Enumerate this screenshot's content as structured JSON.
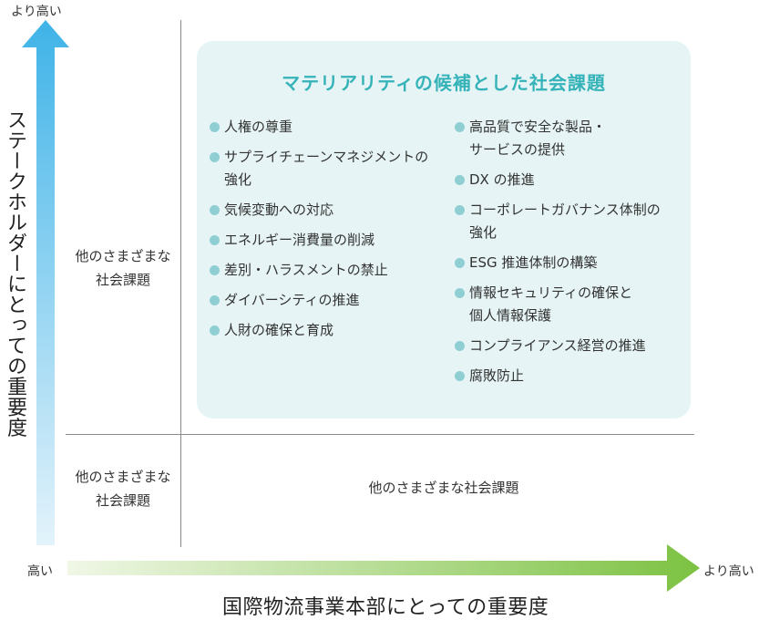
{
  "y_axis": {
    "title": "ステークホルダーにとっての重要度",
    "top_label": "より高い",
    "arrow_color": "#3fb3e8"
  },
  "x_axis": {
    "title": "国際物流事業本部にとっての重要度",
    "left_label": "高い",
    "right_label": "より高い",
    "arrow_color": "#8cc63e"
  },
  "quadrants": {
    "left_upper": "他のさまざまな\n社会課題",
    "left_lower": "他のさまざまな\n社会課題",
    "bottom_right": "他のさまざまな社会課題"
  },
  "materiality": {
    "title": "マテリアリティの候補とした社会課題",
    "background": "#e6f4f5",
    "accent": "#35b3b9",
    "left_items": [
      "人権の尊重",
      "サプライチェーンマネジメントの\n強化",
      "気候変動への対応",
      "エネルギー消費量の削減",
      "差別・ハラスメントの禁止",
      "ダイバーシティの推進",
      "人財の確保と育成"
    ],
    "right_items": [
      "高品質で安全な製品・\nサービスの提供",
      "DX の推進",
      "コーポレートガバナンス体制の\n強化",
      "ESG 推進体制の構築",
      "情報セキュリティの確保と\n個人情報保護",
      "コンプライアンス経営の推進",
      "腐敗防止"
    ]
  }
}
